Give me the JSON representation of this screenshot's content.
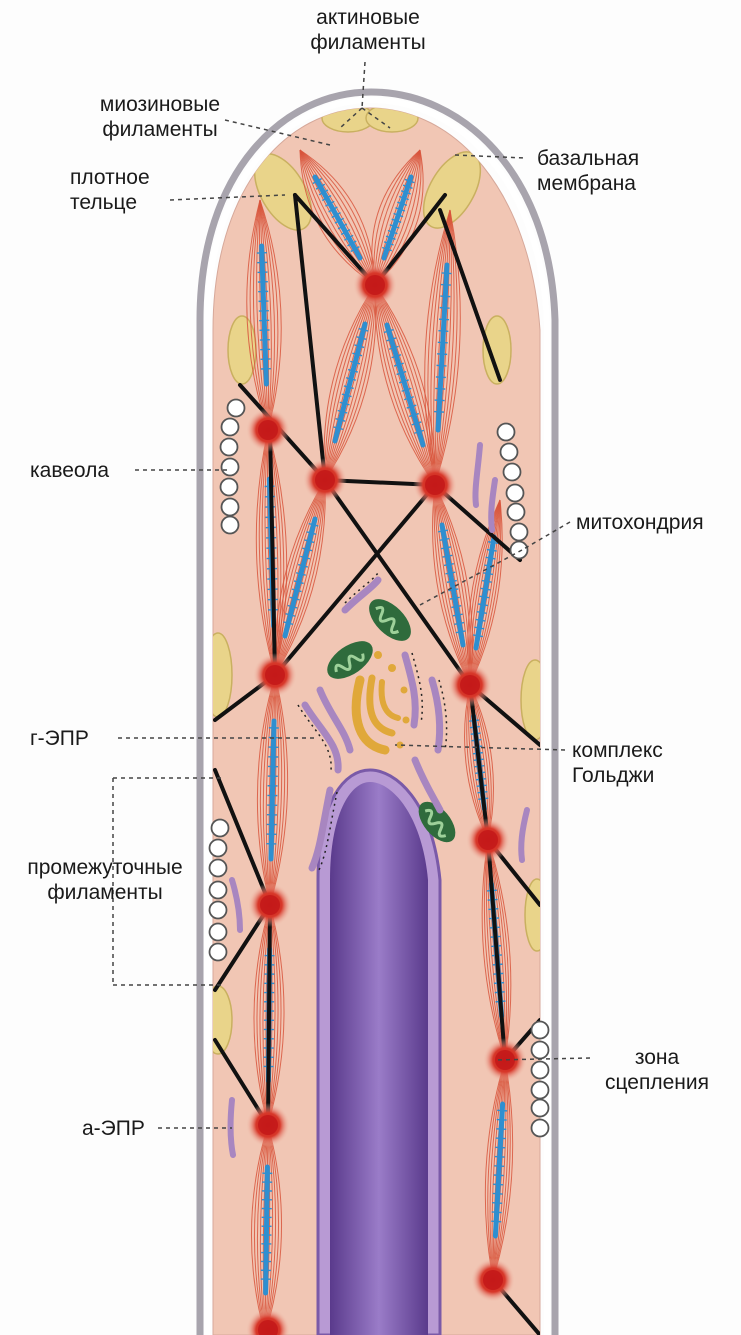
{
  "labels": {
    "actin": [
      "актиновые",
      "филаменты"
    ],
    "myosin": [
      "миозиновые",
      "филаменты"
    ],
    "basal_membrane": [
      "базальная",
      "мембрана"
    ],
    "dense_body": [
      "плотное",
      "тельце"
    ],
    "caveola": "кавеола",
    "mitochondrion": "митохондрия",
    "rough_er": "г-ЭПР",
    "golgi": [
      "комплекс",
      "Гольджи"
    ],
    "intermediate_filaments": [
      "промежуточные",
      "филаменты"
    ],
    "adhesion_zone": [
      "зона",
      "сцепления"
    ],
    "smooth_er": "а-ЭПР"
  },
  "colors": {
    "cytoplasm": "#f1c6b4",
    "membrane": "#a8a4ad",
    "myofilament": "#d8553c",
    "myosin": "#2f8fd0",
    "dense_body": "#c41a1a",
    "attachment_plaque": "#e9d48a",
    "intermediate_filament": "#111111",
    "nucleus": "#7a4ea8",
    "mitochondrion": "#2f6b3c",
    "golgi": "#e0a83a",
    "er": "#a886c0"
  }
}
